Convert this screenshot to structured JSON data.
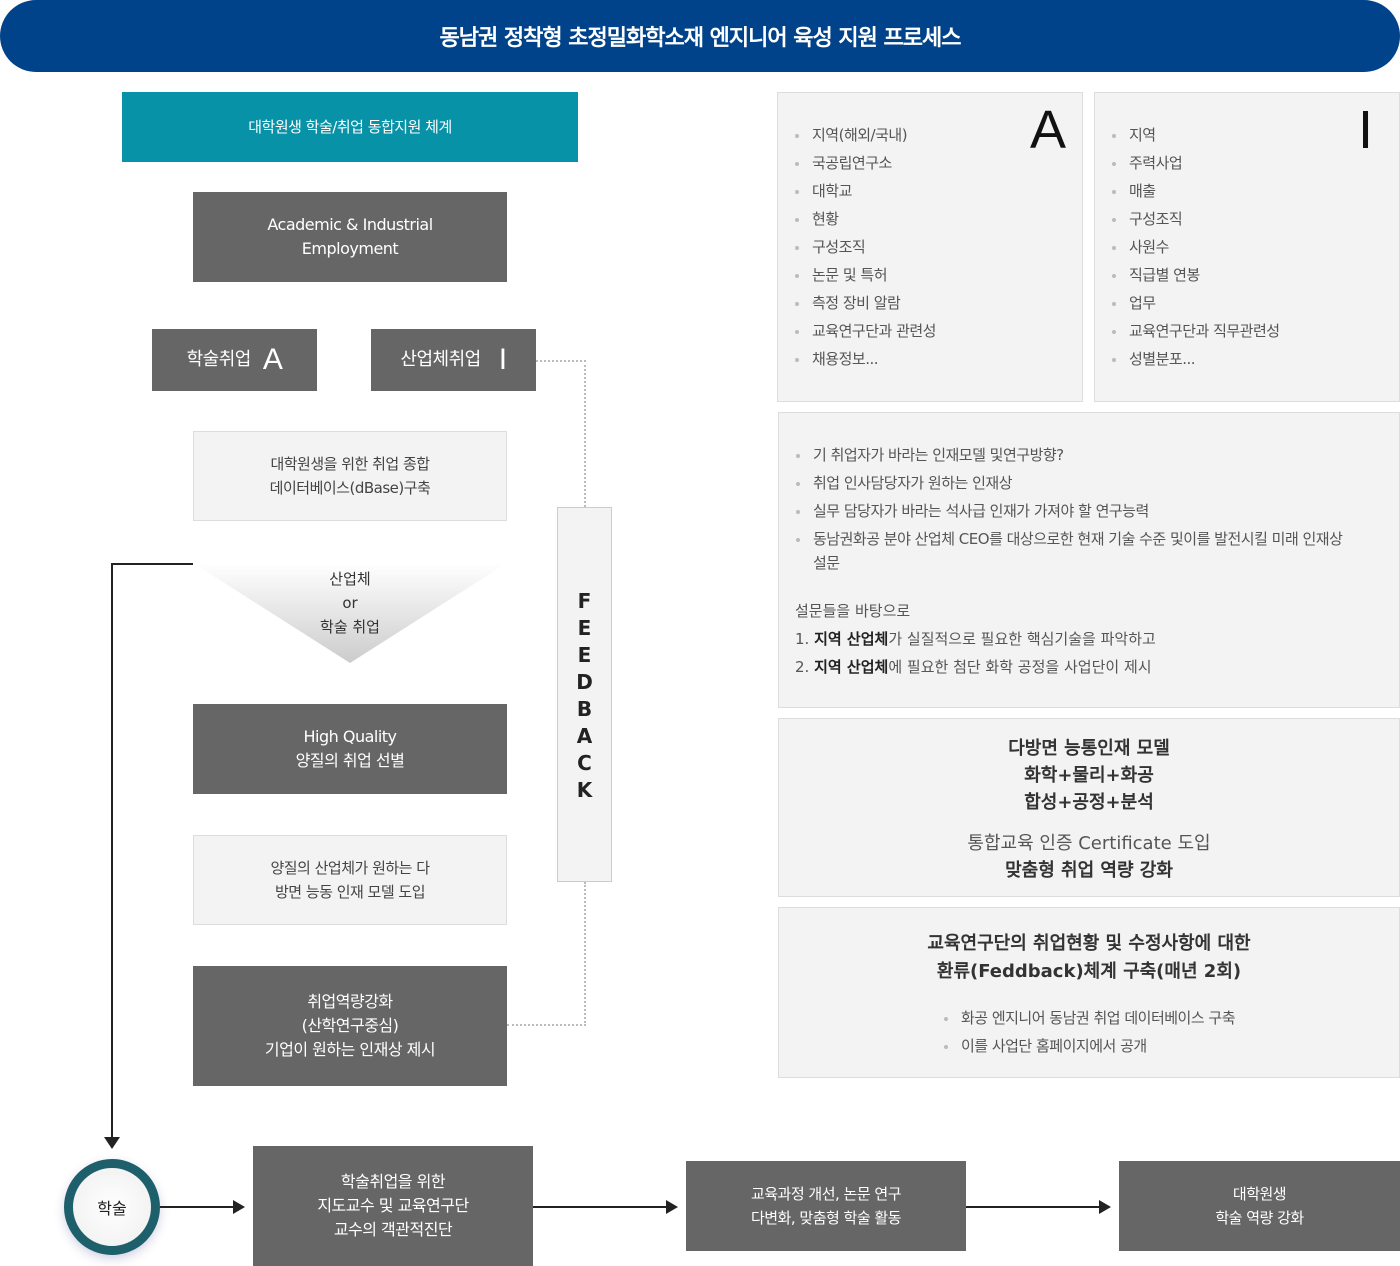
{
  "title": "동남권 정착형 초정밀화학소재 엔지니어 육성 지원 프로세스",
  "left": {
    "system": "대학원생 학술/취업 동합지원 체계",
    "employment": [
      "Academic & Industrial",
      "Employment"
    ],
    "academic_btn": {
      "label": "학술취업",
      "letter": "A"
    },
    "industry_btn": {
      "label": "산업체취업",
      "letter": "I"
    },
    "dbase": [
      "대학원생을 위한 취업 종합",
      "데이터베이스(dBase)구축"
    ],
    "decision": [
      "산업체",
      "or",
      "학술 취업"
    ],
    "high_quality": [
      "High Quality",
      "양질의 취업 선별"
    ],
    "model": [
      "양질의 산업체가 원하는 다",
      "방면 능동 인재 모델 도입"
    ],
    "strengthen": [
      "취업역량강화",
      "(산학연구중심)",
      "기업이 원하는 인재상 제시"
    ],
    "feedback": [
      "F",
      "E",
      "E",
      "D",
      "B",
      "A",
      "C",
      "K"
    ]
  },
  "panel_a": {
    "letter": "A",
    "items": [
      "지역(해외/국내)",
      "국공립연구소",
      "대학교",
      "현황",
      "구성조직",
      "논문 및 특허",
      "측정 장비 알람",
      "교육연구단과 관련성",
      "채용정보..."
    ]
  },
  "panel_i": {
    "letter": "I",
    "items": [
      "지역",
      "주력사업",
      "매출",
      "구성조직",
      "사원수",
      "직급별 연봉",
      "업무",
      "교육연구단과 직무관련성",
      "성별분포..."
    ]
  },
  "survey": {
    "items": [
      "기 취업자가 바라는 인재모델 및연구방향?",
      "취업 인사담당자가 원하는 인재상",
      "실무 담당자가 바라는 석사급 인재가 가져야 할 연구능력",
      "동남권화공 분야 산업체 CEO를 대상으로한 현재 기술 수준 및이를 발전시킬 미래 인재상 설문"
    ],
    "intro": "설문들을 바탕으로",
    "steps": [
      {
        "num": "1.",
        "bold": "지역 산업체",
        "rest": "가 실질적으로 필요한 핵심기술을 파악하고"
      },
      {
        "num": "2.",
        "bold": "지역 산업체",
        "rest": "에 필요한 첨단 화학 공정을 사업단이 제시"
      }
    ]
  },
  "model_panel": {
    "lines": [
      "다방면 능통인재 모델",
      "화학+물리+화공",
      "합성+공정+분석"
    ],
    "cert": "통합교육 인증 Certificate 도입",
    "strength": "맞춤형 취업 역량 강화"
  },
  "feedback_panel": {
    "title": [
      "교육연구단의 취업현황 및 수정사항에 대한",
      "환류(Feddback)체계 구축(매년 2회)"
    ],
    "items": [
      "화공 엔지니어 동남권 취업 데이터베이스 구축",
      "이를 사업단 홈페이지에서 공개"
    ]
  },
  "bottom": {
    "circle": "학술",
    "step1": [
      "학술취업을 위한",
      "지도교수 및 교육연구단",
      "교수의 객관적진단"
    ],
    "step2": [
      "교육과정 개선, 논문 연구",
      "다변화, 맞춤형 학술 활동"
    ],
    "step3": [
      "대학원생",
      "학술 역량 강화"
    ]
  }
}
